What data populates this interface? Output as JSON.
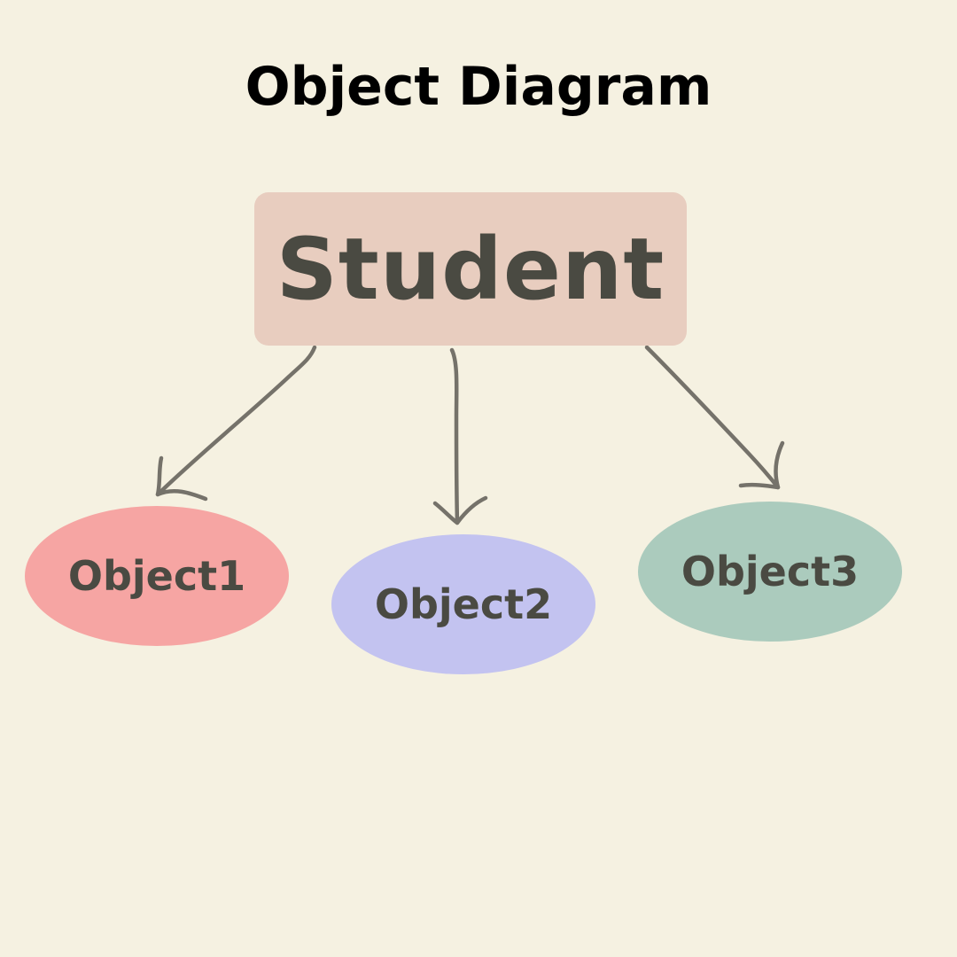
{
  "title": "Object Diagram",
  "class_node": {
    "label": "Student",
    "fill": "#e8cdbf",
    "text_color": "#4a4a42"
  },
  "objects": [
    {
      "label": "Object1",
      "fill": "#f6a5a3",
      "text_color": "#4a4a42"
    },
    {
      "label": "Object2",
      "fill": "#c3c3f0",
      "text_color": "#4a4a42"
    },
    {
      "label": "Object3",
      "fill": "#abcbbd",
      "text_color": "#4a4a42"
    }
  ],
  "edges": [
    {
      "from": "Student",
      "to": "Object1"
    },
    {
      "from": "Student",
      "to": "Object2"
    },
    {
      "from": "Student",
      "to": "Object3"
    }
  ],
  "colors": {
    "background": "#f5f1e1",
    "arrow": "#75726a",
    "title": "#000000"
  }
}
